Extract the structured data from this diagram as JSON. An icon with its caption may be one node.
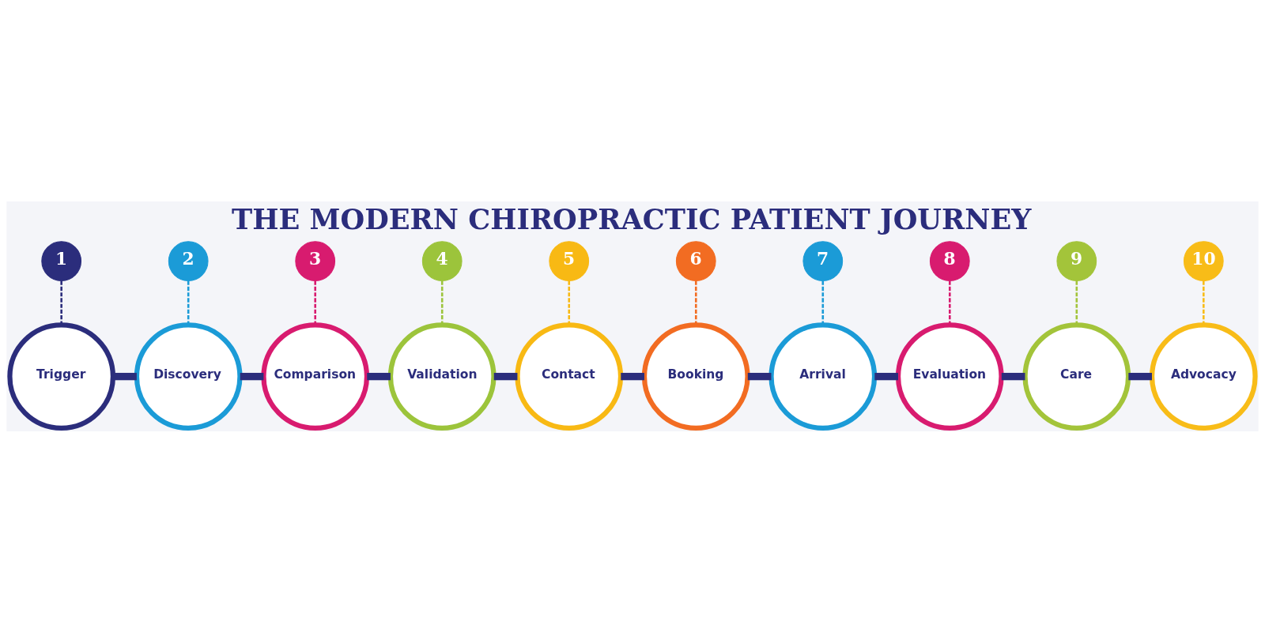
{
  "diagram": {
    "title": "THE MODERN CHIROPRACTIC PATIENT JOURNEY",
    "nodes": [
      {
        "text": [
          "1"
        ]
      },
      {
        "text": [
          "Trigger"
        ]
      },
      {
        "text": [
          "2"
        ]
      },
      {
        "text": [
          "Discovery"
        ]
      },
      {
        "text": [
          "3"
        ]
      },
      {
        "text": [
          "Comparison"
        ]
      },
      {
        "text": [
          "4"
        ]
      },
      {
        "text": [
          "Validation"
        ]
      },
      {
        "text": [
          "5"
        ]
      },
      {
        "text": [
          "Contact"
        ]
      },
      {
        "text": [
          "6"
        ]
      },
      {
        "text": [
          "Booking"
        ]
      },
      {
        "text": [
          "7"
        ]
      },
      {
        "text": [
          "Arrival"
        ]
      },
      {
        "text": [
          "8"
        ]
      },
      {
        "text": [
          "Evaluation"
        ]
      },
      {
        "text": [
          "9"
        ]
      },
      {
        "text": [
          "Care"
        ]
      },
      {
        "text": [
          "10"
        ]
      },
      {
        "text": [
          "Advocacy"
        ]
      }
    ],
    "edges": [
      {
        "from": 0,
        "to": 1,
        "arrow": "none",
        "style": "dashed",
        "color": "#2b2d7c"
      },
      {
        "from": 2,
        "to": 3,
        "arrow": "none",
        "style": "dashed",
        "color": "#1b9bd7"
      },
      {
        "from": 4,
        "to": 5,
        "arrow": "none",
        "style": "dashed",
        "color": "#d81b6f"
      },
      {
        "from": 6,
        "to": 7,
        "arrow": "none",
        "style": "dashed",
        "color": "#9cc43b"
      },
      {
        "from": 8,
        "to": 9,
        "arrow": "none",
        "style": "dashed",
        "color": "#f8b914"
      },
      {
        "from": 10,
        "to": 11,
        "arrow": "none",
        "style": "dashed",
        "color": "#f26c22"
      },
      {
        "from": 12,
        "to": 13,
        "arrow": "none",
        "style": "dashed",
        "color": "#1b9bd7"
      },
      {
        "from": 14,
        "to": 15,
        "arrow": "none",
        "style": "dashed",
        "color": "#d81b6f"
      },
      {
        "from": 16,
        "to": 17,
        "arrow": "none",
        "style": "dashed",
        "color": "#a3c43a"
      },
      {
        "from": 18,
        "to": 19,
        "arrow": "none",
        "style": "dashed",
        "color": "#f8bc18"
      },
      {
        "from": 1,
        "to": 3,
        "arrow": "none",
        "style": "thick"
      },
      {
        "from": 3,
        "to": 5,
        "arrow": "none",
        "style": "thick"
      },
      {
        "from": 5,
        "to": 7,
        "arrow": "none",
        "style": "thick"
      },
      {
        "from": 7,
        "to": 9,
        "arrow": "none",
        "style": "thick"
      },
      {
        "from": 9,
        "to": 11,
        "arrow": "none",
        "style": "thick"
      },
      {
        "from": 11,
        "to": 13,
        "arrow": "none",
        "style": "thick"
      },
      {
        "from": 13,
        "to": 15,
        "arrow": "none",
        "style": "thick"
      },
      {
        "from": 15,
        "to": 17,
        "arrow": "none",
        "style": "thick"
      },
      {
        "from": 17,
        "to": 19,
        "arrow": "none",
        "style": "thick"
      }
    ]
  }
}
